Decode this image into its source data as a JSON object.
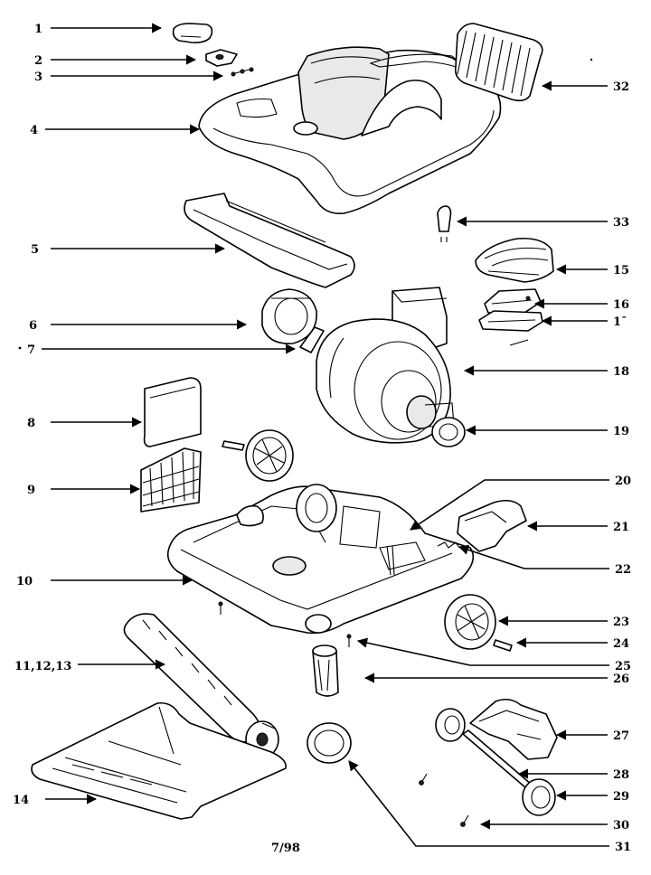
{
  "callouts": [
    {
      "id": "c1",
      "label": "1"
    },
    {
      "id": "c2",
      "label": "2"
    },
    {
      "id": "c3",
      "label": "3"
    },
    {
      "id": "c4",
      "label": "4"
    },
    {
      "id": "c5",
      "label": "5"
    },
    {
      "id": "c6",
      "label": "6"
    },
    {
      "id": "c7",
      "label": "7"
    },
    {
      "id": "c8",
      "label": "8"
    },
    {
      "id": "c9",
      "label": "9"
    },
    {
      "id": "c10",
      "label": "10"
    },
    {
      "id": "c11",
      "label": "11,12,13"
    },
    {
      "id": "c14",
      "label": "14"
    },
    {
      "id": "c15",
      "label": "15"
    },
    {
      "id": "c16",
      "label": "16"
    },
    {
      "id": "c17",
      "label": "1ˉ"
    },
    {
      "id": "c18",
      "label": "18"
    },
    {
      "id": "c19",
      "label": "19"
    },
    {
      "id": "c20",
      "label": "20"
    },
    {
      "id": "c21",
      "label": "21"
    },
    {
      "id": "c22",
      "label": "22"
    },
    {
      "id": "c23",
      "label": "23"
    },
    {
      "id": "c24",
      "label": "24"
    },
    {
      "id": "c25",
      "label": "25"
    },
    {
      "id": "c26",
      "label": "26"
    },
    {
      "id": "c27",
      "label": "27"
    },
    {
      "id": "c28",
      "label": "28"
    },
    {
      "id": "c29",
      "label": "29"
    },
    {
      "id": "c30",
      "label": "30"
    },
    {
      "id": "c31",
      "label": "31"
    },
    {
      "id": "c32",
      "label": "32"
    },
    {
      "id": "c33",
      "label": "33"
    }
  ],
  "footer": {
    "date_code": "7/98"
  },
  "colors": {
    "ink": "#000000",
    "paper": "#ffffff",
    "shade": "#e9e9e9"
  }
}
